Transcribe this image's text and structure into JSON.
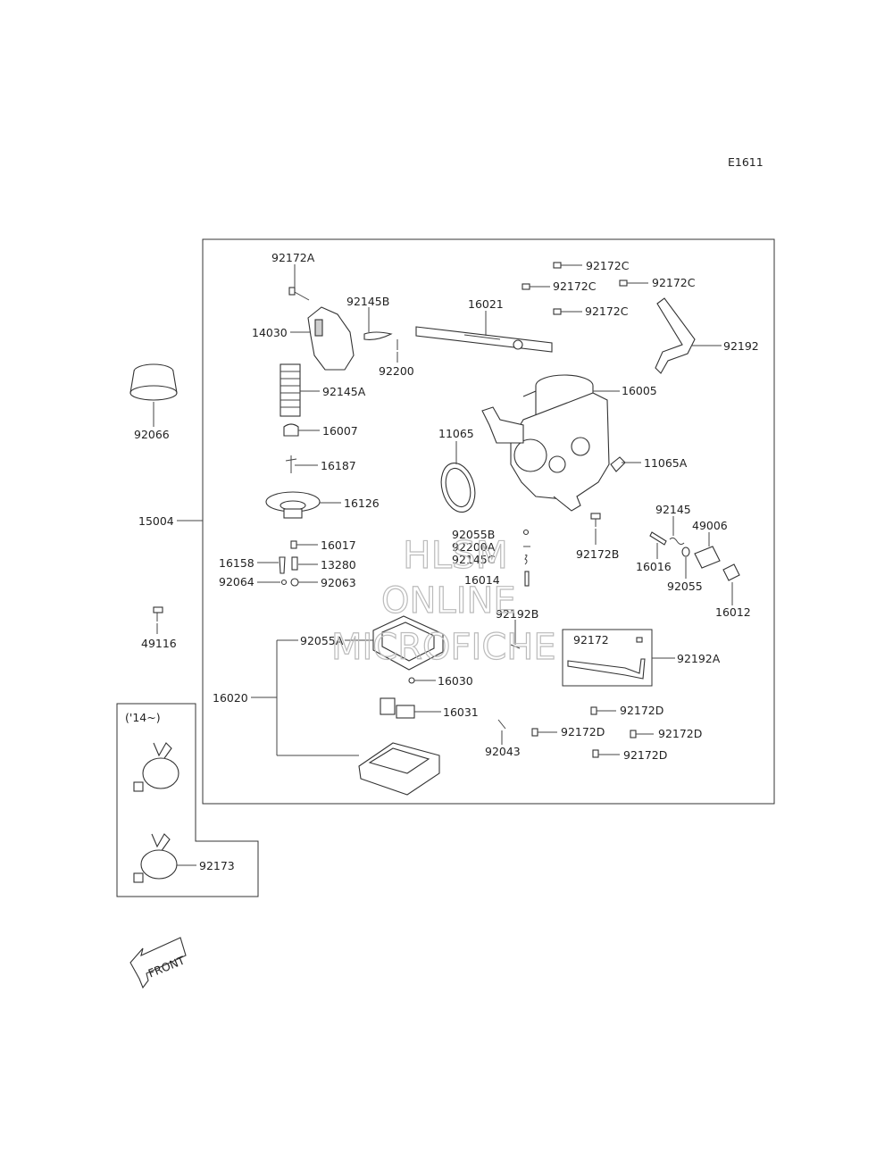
{
  "drawing_code": "E1611",
  "sub_box_label": "('14~)",
  "front_label": "FRONT",
  "watermark": [
    "HLSM",
    "ONLINE",
    "MICROFICHE"
  ],
  "parts": {
    "p92172A": "92172A",
    "p92145B": "92145B",
    "p14030": "14030",
    "p92200": "92200",
    "p16021": "16021",
    "p92172C_1": "92172C",
    "p92172C_2": "92172C",
    "p92172C_3": "92172C",
    "p92172C_4": "92172C",
    "p92192": "92192",
    "p92066": "92066",
    "p92145A": "92145A",
    "p16005": "16005",
    "p16007": "16007",
    "p11065": "11065",
    "p11065A": "11065A",
    "p16187": "16187",
    "p16126": "16126",
    "p15004": "15004",
    "p92145": "92145",
    "p49006": "49006",
    "p92172B": "92172B",
    "p92055B": "92055B",
    "p92200A": "92200A",
    "p92145C": "92145C",
    "p16017": "16017",
    "p16158": "16158",
    "p13280": "13280",
    "p16016": "16016",
    "p16014": "16014",
    "p92064": "92064",
    "p92063": "92063",
    "p92055": "92055",
    "p16012": "16012",
    "p49116": "49116",
    "p92192B": "92192B",
    "p92055A": "92055A",
    "p92172": "92172",
    "p92192A": "92192A",
    "p16020": "16020",
    "p16030": "16030",
    "p16031": "16031",
    "p92172D_1": "92172D",
    "p92172D_2": "92172D",
    "p92172D_3": "92172D",
    "p92172D_4": "92172D",
    "p92043": "92043",
    "p92173": "92173"
  }
}
